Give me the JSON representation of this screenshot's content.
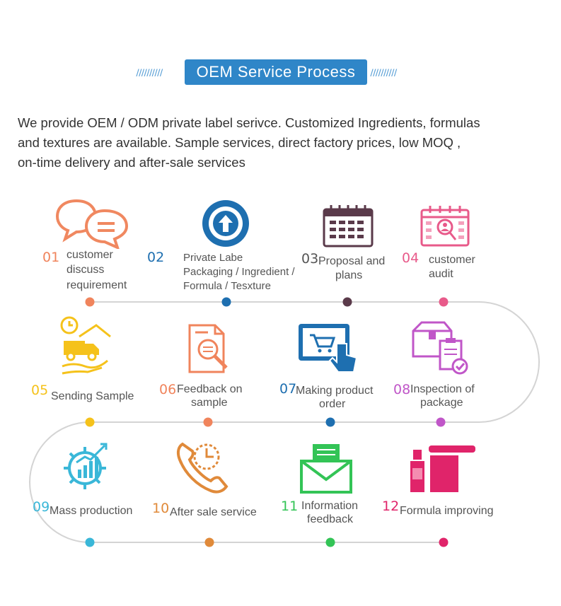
{
  "header": {
    "title": "OEM Service Process",
    "hatch": "//////////"
  },
  "intro": {
    "lines": [
      "We provide OEM / ODM private label serivce. Customized Ingredients, formulas",
      "and textures are available. Sample services, direct factory prices, low MOQ ,",
      "on-time delivery and after-sale services"
    ]
  },
  "steps": [
    {
      "num": "01",
      "lines": [
        "customer",
        "discuss",
        "requirement"
      ],
      "color": "#f0845c",
      "icon": "chat-bubbles-icon"
    },
    {
      "num": "02",
      "lines": [
        "Private Labe",
        "Packaging / Ingredient /",
        "Formula / Tesxture"
      ],
      "color": "#1e6fb0",
      "icon": "upload-arrow-icon"
    },
    {
      "num": "03",
      "lines": [
        "Proposal and",
        "plans"
      ],
      "color": "#5a3a4a",
      "icon": "calendar-icon"
    },
    {
      "num": "04",
      "lines": [
        "customer",
        "audit"
      ],
      "color": "#e85a8a",
      "icon": "calendar-user-icon"
    },
    {
      "num": "05",
      "lines": [
        "Sending Sample"
      ],
      "color": "#f5c21b",
      "icon": "delivery-truck-icon"
    },
    {
      "num": "06",
      "lines": [
        "Feedback on",
        "sample"
      ],
      "color": "#f0845c",
      "icon": "document-search-icon"
    },
    {
      "num": "07",
      "lines": [
        "Making product",
        "order"
      ],
      "color": "#1e6fb0",
      "icon": "tablet-cart-icon"
    },
    {
      "num": "08",
      "lines": [
        "Inspection of",
        "package"
      ],
      "color": "#c056c8",
      "icon": "package-checklist-icon"
    },
    {
      "num": "09",
      "lines": [
        "Mass production"
      ],
      "color": "#3ab7d8",
      "icon": "gear-chart-icon"
    },
    {
      "num": "10",
      "lines": [
        "After sale service"
      ],
      "color": "#e08a3a",
      "icon": "phone-clock-icon"
    },
    {
      "num": "11",
      "lines": [
        "Information",
        "feedback"
      ],
      "color": "#33c456",
      "icon": "envelope-icon"
    },
    {
      "num": "12",
      "lines": [
        "Formula improving"
      ],
      "color": "#e0246a",
      "icon": "bottles-icon"
    }
  ]
}
